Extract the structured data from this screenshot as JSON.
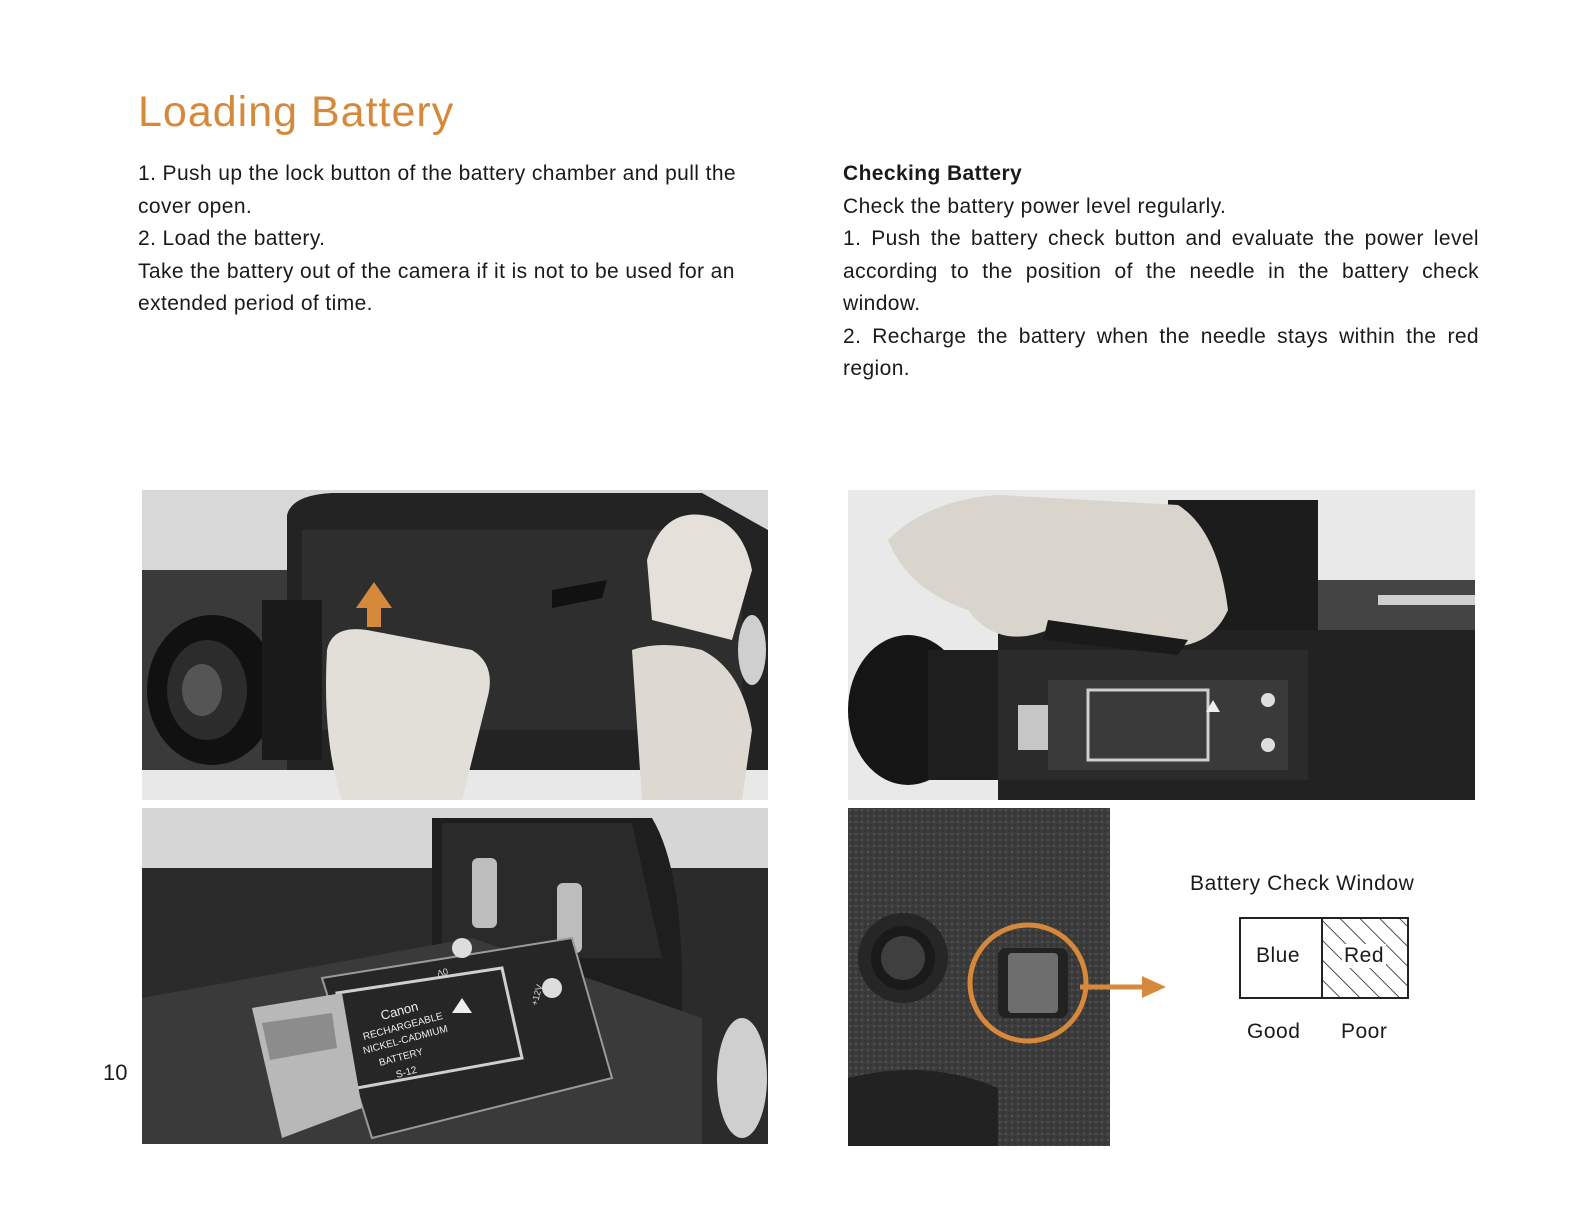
{
  "page": {
    "title": "Loading Battery",
    "page_number": "10"
  },
  "left_column": {
    "step1": "1. Push up the lock button of the battery chamber and pull the cover open.",
    "step2": "2. Load the battery.",
    "note": "Take the battery out of the camera if it is not to be used for an extended period of time."
  },
  "right_column": {
    "heading": "Checking Battery",
    "intro": "Check the battery power level regularly.",
    "step1": "1. Push the battery check button and evaluate the power level according to the position of the needle in the battery check window.",
    "step2": "2. Recharge the battery when the needle stays within the red region."
  },
  "diagram": {
    "title": "Battery Check Window",
    "blue_label": "Blue",
    "red_label": "Red",
    "good_label": "Good",
    "poor_label": "Poor"
  },
  "photos": {
    "battery_brand": "Canon",
    "battery_text_1": "RECHARGEABLE",
    "battery_text_2": "NICKEL-CADMIUM",
    "battery_text_3": "BATTERY",
    "battery_model": "S-12",
    "terminal_neg": "0V",
    "terminal_pos": "+12V"
  },
  "colors": {
    "accent": "#d6893a",
    "text": "#1a1a1a"
  }
}
